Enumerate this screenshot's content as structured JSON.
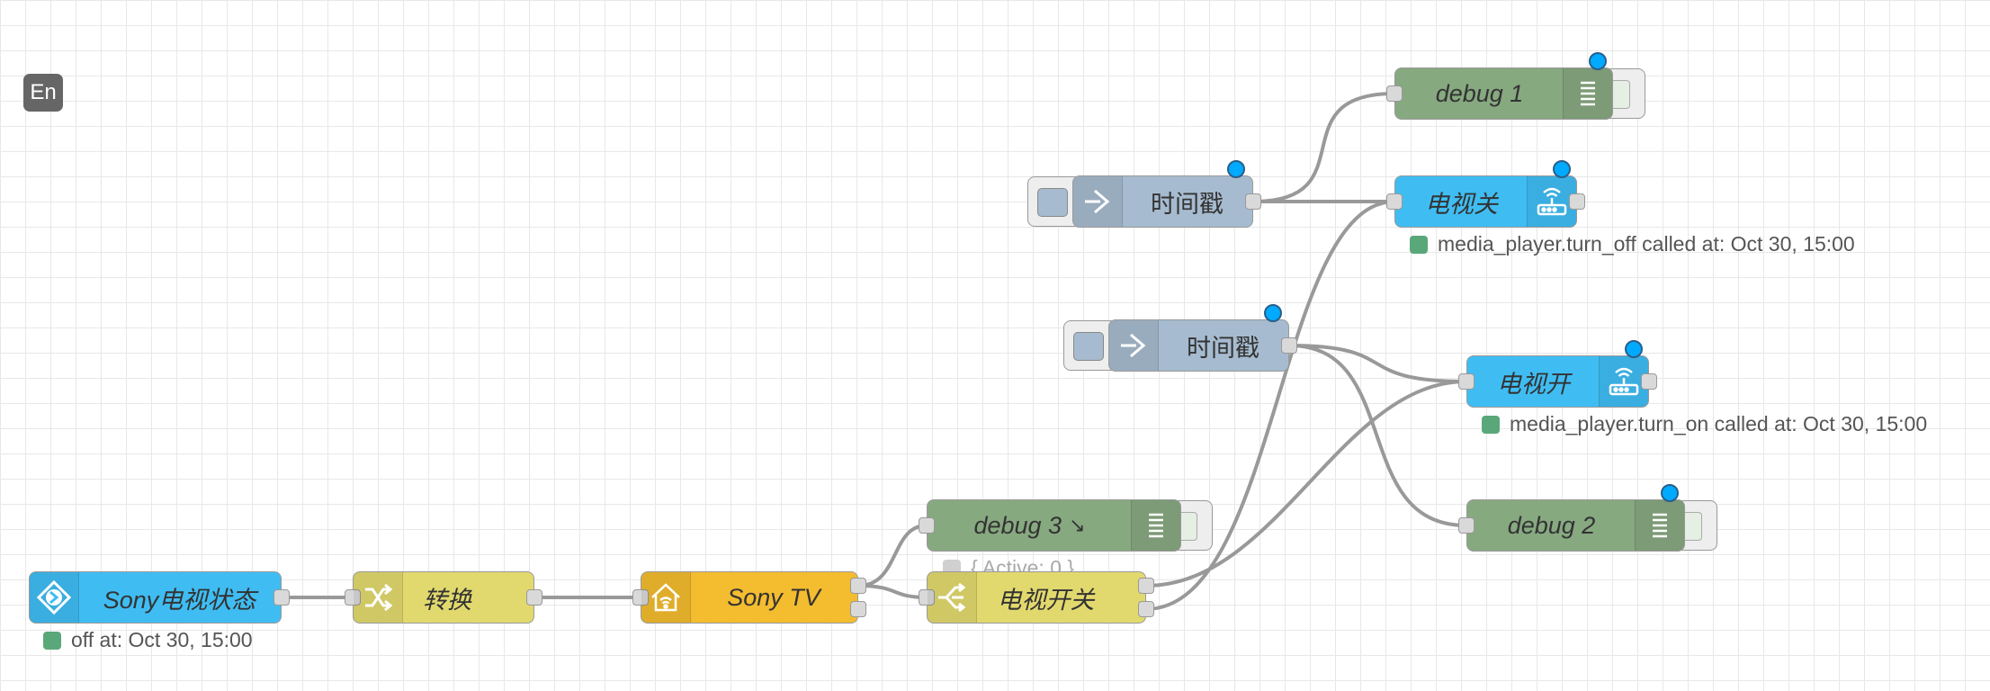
{
  "diagram": {
    "badge": "En",
    "nodes": {
      "sony_state": {
        "label": "Sony电视状态",
        "icon": "arrow-right-circle-icon",
        "color": "#3fbdf3"
      },
      "convert": {
        "label": "转换",
        "icon": "shuffle-icon",
        "color": "#e2d96e"
      },
      "sony_tv": {
        "label": "Sony TV",
        "icon": "home-wifi-icon",
        "color": "#f4bc2f"
      },
      "tv_switch": {
        "label": "电视开关",
        "icon": "switch-icon",
        "color": "#e2d96e"
      },
      "debug3": {
        "label": "debug 3",
        "icon": "list-icon",
        "color": "#87a980"
      },
      "timestamp1": {
        "label": "时间戳",
        "icon": "arrow-icon",
        "color": "#a6bbcf"
      },
      "timestamp2": {
        "label": "时间戳",
        "icon": "arrow-icon",
        "color": "#a6bbcf"
      },
      "debug1": {
        "label": "debug 1",
        "icon": "list-icon",
        "color": "#87a980"
      },
      "tv_off": {
        "label": "电视关",
        "icon": "router-icon",
        "color": "#3fbdf3"
      },
      "tv_on": {
        "label": "电视开",
        "icon": "router-icon",
        "color": "#3fbdf3"
      },
      "debug2": {
        "label": "debug 2",
        "icon": "list-icon",
        "color": "#87a980"
      }
    },
    "statuses": {
      "sony_state": {
        "text": "off at: Oct 30, 15:00",
        "color": "#5aa879"
      },
      "debug3": {
        "text": "{ Active: 0 }",
        "color": "#d0d0d0"
      },
      "tv_off": {
        "text": "media_player.turn_off called at: Oct 30, 15:00",
        "color": "#5aa879"
      },
      "tv_on": {
        "text": "media_player.turn_on called at: Oct 30, 15:00",
        "color": "#5aa879"
      }
    }
  }
}
